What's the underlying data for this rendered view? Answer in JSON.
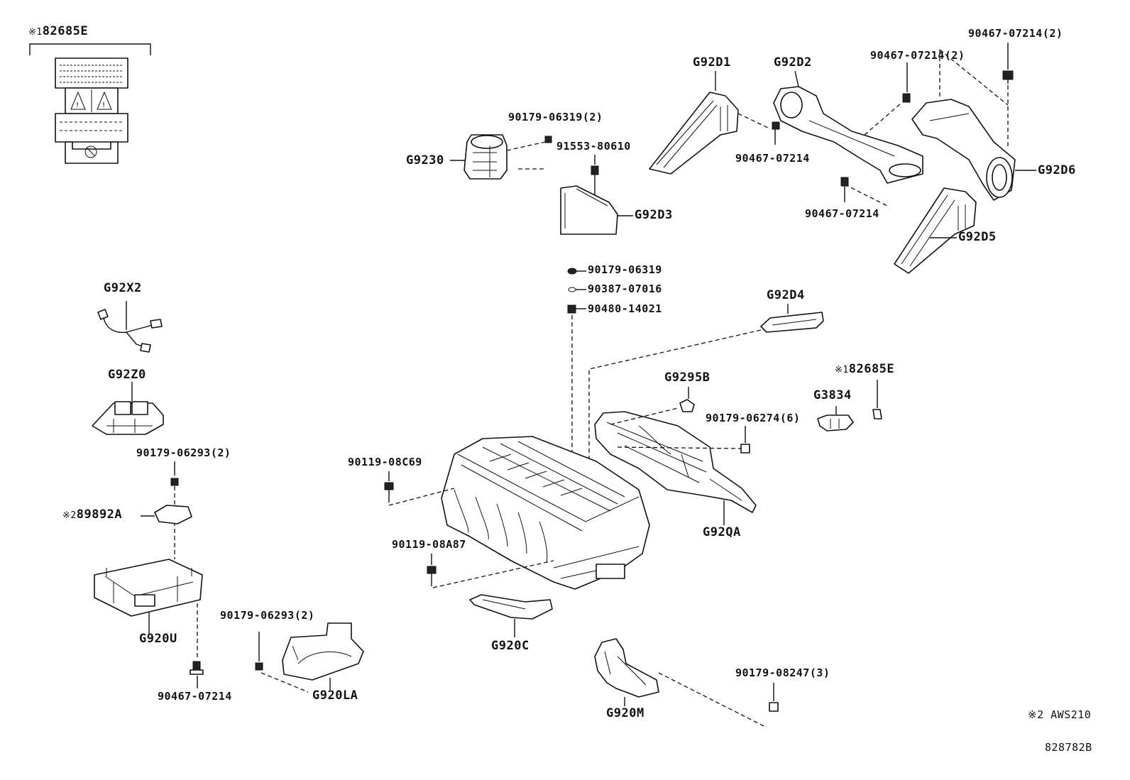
{
  "diagram_id": "828782B",
  "footnote": {
    "mark": "※2",
    "text": "AWS210"
  },
  "labels": {
    "label_82685e_top": {
      "mark": "※1",
      "code": "82685E"
    },
    "g92x2": "G92X2",
    "g92z0": "G92Z0",
    "p90179_06293_2_a": "90179-06293(2)",
    "p89892a": {
      "mark": "※2",
      "code": "89892A"
    },
    "g920u": "G920U",
    "p90467_07214_a": "90467-07214",
    "p90179_06293_2_b": "90179-06293(2)",
    "g920la": "G920LA",
    "g9230": "G9230",
    "p90179_06319_2": "90179-06319(2)",
    "p91553_80610": "91553-80610",
    "g92d3": "G92D3",
    "g92d1": "G92D1",
    "g92d2": "G92D2",
    "p90467_07214_b": "90467-07214",
    "p90467_07214_2_a": "90467-07214(2)",
    "p90467_07214_2_b": "90467-07214(2)",
    "g92d6": "G92D6",
    "p90467_07214_c": "90467-07214",
    "g92d5": "G92D5",
    "p90179_06319": "90179-06319",
    "p90387_07016": "90387-07016",
    "p90480_14021": "90480-14021",
    "g92d4": "G92D4",
    "p90119_08c69": "90119-08C69",
    "p90119_08a87": "90119-08A87",
    "g9295b": "G9295B",
    "p90179_06274_6": "90179-06274(6)",
    "g92qa": "G92QA",
    "label_82685e_right": {
      "mark": "※1",
      "code": "82685E"
    },
    "g3834": "G3834",
    "g920c": "G920C",
    "g920m": "G920M",
    "p90179_08247_3": "90179-08247(3)"
  },
  "icons": [
    "warning-triangle-icon",
    "no-disassemble-icon"
  ]
}
